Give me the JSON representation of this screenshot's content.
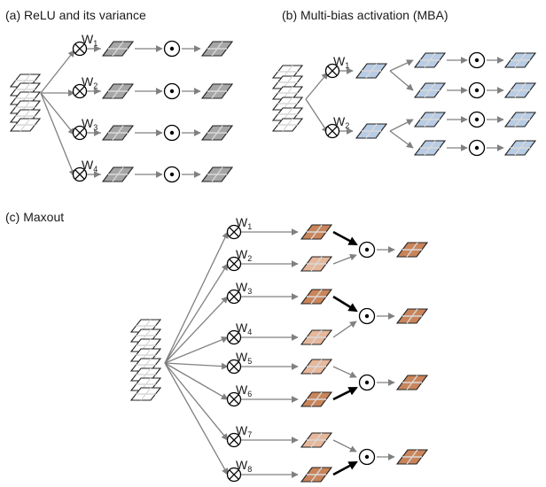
{
  "panels": {
    "a": {
      "title": "(a) ReLU and its variance",
      "weights": [
        "1",
        "2",
        "3",
        "4"
      ],
      "weight_symbol": "W"
    },
    "b": {
      "title": "(b) Multi-bias  activation (MBA)",
      "weights": [
        "1",
        "2"
      ],
      "weight_symbol": "W"
    },
    "c": {
      "title": "(c) Maxout",
      "weights": [
        "1",
        "2",
        "3",
        "4",
        "5",
        "6",
        "7",
        "8"
      ],
      "weight_symbol": "W"
    }
  },
  "colors": {
    "gray_map": "#a6a6a6",
    "blue_map": "#b8cce4",
    "orange_dark": "#c9845a",
    "orange_light": "#e6b79b",
    "input_map": "#ffffff",
    "arrow": "#808080",
    "bold_arrow": "#000000"
  },
  "icons": {
    "multiply": "circle-times-icon",
    "activation": "circle-dot-icon"
  }
}
